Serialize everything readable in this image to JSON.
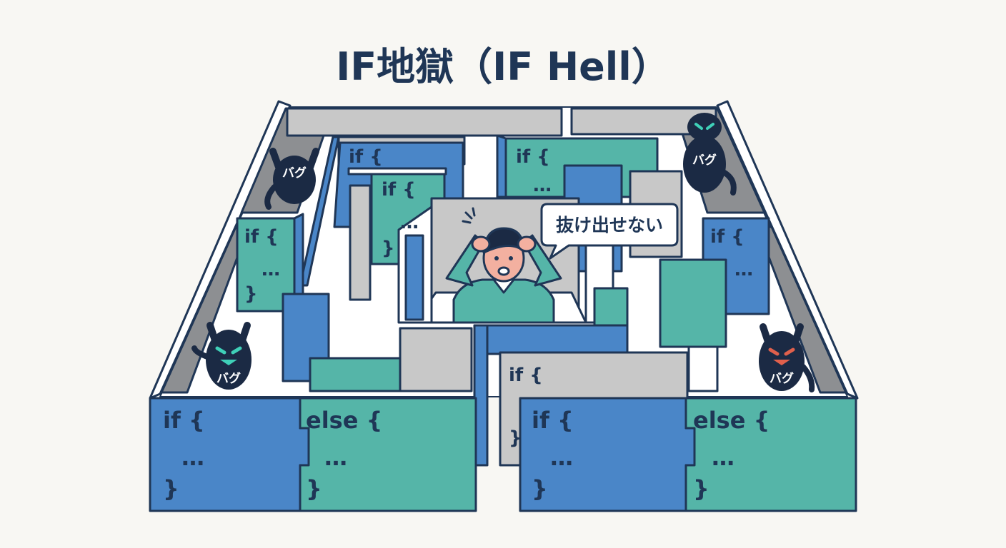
{
  "title": "IF地獄（IF Hell）",
  "speech_bubble": "抜け出せない",
  "code": {
    "if_open": "if {",
    "else_open": "else {",
    "ellipsis": "…",
    "close": "}"
  },
  "bug_label": "バグ",
  "colors": {
    "ink": "#1f3656",
    "blue": "#4a86c8",
    "teal": "#55b5a8",
    "gray_wall": "#c8c8c8",
    "dark_gray": "#8d8f92",
    "floor": "#ffffff",
    "monster": "#1b2a44",
    "eye_teal": "#3fd0b8",
    "eye_red": "#e0604c"
  },
  "icons": [
    "bug-monster-icon",
    "stressed-person-icon",
    "stress-mark-icon"
  ]
}
